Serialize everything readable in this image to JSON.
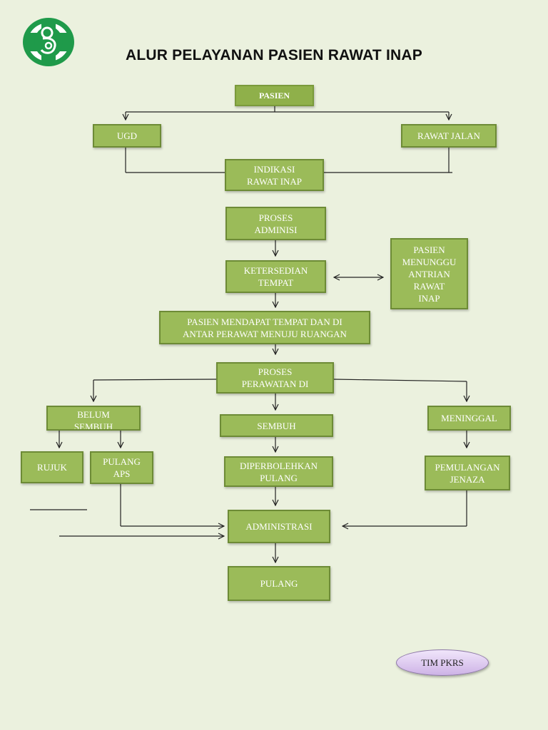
{
  "title": "ALUR PELAYANAN PASIEN RAWAT INAP",
  "logo": {
    "icon": "mother-child-cross-logo",
    "color": "#1f9a4a"
  },
  "nodes": {
    "pasien": "PASIEN",
    "ugd": "UGD",
    "rawat_jalan": "RAWAT JALAN",
    "indikasi": "INDIKASI\nRAWAT INAP",
    "proses_adminisi": "PROSES\nADMINISI",
    "ketersediaan": "KETERSEDIAN\nTEMPAT",
    "menunggu": "PASIEN\nMENUNGGU\nANTRIAN\nRAWAT\nINAP",
    "mendapat_tempat": "PASIEN MENDAPAT TEMPAT DAN DI\nANTAR PERAWAT MENUJU RUANGAN",
    "perawatan": "PROSES\nPERAWATAN DI",
    "belum_sembuh": "BELUM\nSEMBUH",
    "sembuh": "SEMBUH",
    "meninggal": "MENINGGAL",
    "rujuk": "RUJUK",
    "pulang_aps": "PULANG\nAPS",
    "diperbolehkan": "DIPERBOLEHKAN\nPULANG",
    "pemulangan": "PEMULANGAN\nJENAZA",
    "administrasi": "ADMINISTRASI",
    "pulang": "PULANG"
  },
  "badge": "TIM PKRS",
  "colors": {
    "background": "#ebf1de",
    "box_fill": "#9bbb59",
    "box_border": "#6d8b36",
    "box_text": "#ffffff",
    "connector": "#222222",
    "badge_fill": "#ddcaf0"
  }
}
